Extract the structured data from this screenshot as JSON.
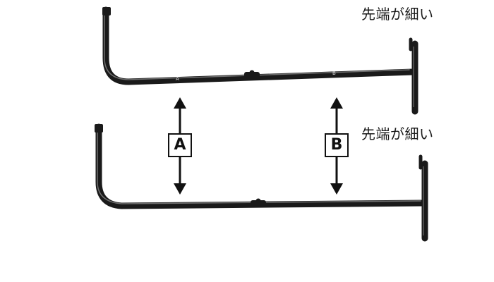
{
  "callouts": {
    "top": "先端が細い",
    "bottom": "先端が細い"
  },
  "labels": {
    "a": "A",
    "b": "B"
  },
  "engravings": {
    "a": "A",
    "b": "B"
  },
  "colors": {
    "frame": "#1a1a1a",
    "highlight": "#6e6e6e",
    "arrow": "#111111",
    "background": "#ffffff"
  },
  "icons": {
    "arrow_a": "double-headed-vertical-arrow",
    "arrow_b": "double-headed-vertical-arrow"
  }
}
